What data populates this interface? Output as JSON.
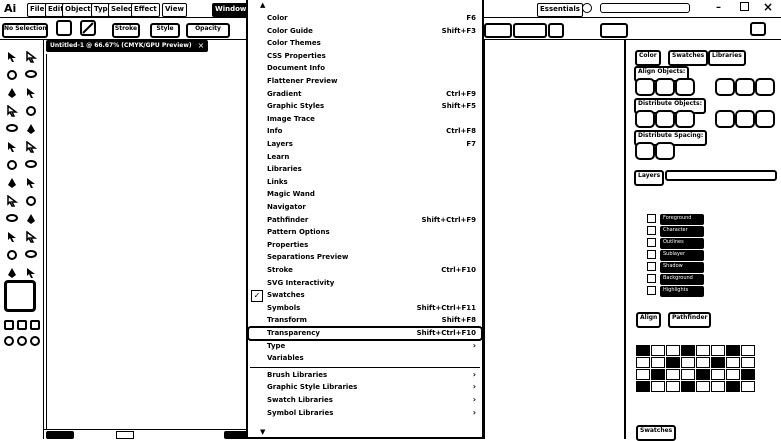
{
  "app": {
    "logo": "Ai"
  },
  "menubar": {
    "items": [
      "File",
      "Edit",
      "Object",
      "Type",
      "Select",
      "Effect",
      "View",
      "Window"
    ],
    "active": "Window",
    "right_label": "Essentials"
  },
  "controlbar": {
    "left_label": "No Selection",
    "stroke_label": "Stroke",
    "style_label": "Style",
    "opacity_label": "Opacity"
  },
  "document": {
    "tab_title": "Untitled-1 @ 66.67% (CMYK/GPU Preview)",
    "close_glyph": "×"
  },
  "window_menu": {
    "top_arrow": "▲",
    "bottom_arrow": "▼",
    "items": [
      {
        "label": "Color",
        "shortcut": "F6"
      },
      {
        "label": "Color Guide",
        "shortcut": "Shift+F3"
      },
      {
        "label": "Color Themes",
        "shortcut": ""
      },
      {
        "label": "CSS Properties",
        "shortcut": ""
      },
      {
        "label": "Document Info",
        "shortcut": ""
      },
      {
        "label": "Flattener Preview",
        "shortcut": ""
      },
      {
        "label": "Gradient",
        "shortcut": "Ctrl+F9"
      },
      {
        "label": "Graphic Styles",
        "shortcut": "Shift+F5"
      },
      {
        "label": "Image Trace",
        "shortcut": ""
      },
      {
        "label": "Info",
        "shortcut": "Ctrl+F8"
      },
      {
        "label": "Layers",
        "shortcut": "F7"
      },
      {
        "label": "Learn",
        "shortcut": ""
      },
      {
        "label": "Libraries",
        "shortcut": ""
      },
      {
        "label": "Links",
        "shortcut": ""
      },
      {
        "label": "Magic Wand",
        "shortcut": ""
      },
      {
        "label": "Navigator",
        "shortcut": ""
      },
      {
        "label": "Pathfinder",
        "shortcut": "Shift+Ctrl+F9"
      },
      {
        "label": "Pattern Options",
        "shortcut": ""
      },
      {
        "label": "Properties",
        "shortcut": ""
      },
      {
        "label": "Separations Preview",
        "shortcut": ""
      },
      {
        "label": "Stroke",
        "shortcut": "Ctrl+F10"
      },
      {
        "label": "SVG Interactivity",
        "shortcut": ""
      },
      {
        "label": "Swatches",
        "shortcut": "",
        "checked": true
      },
      {
        "label": "Symbols",
        "shortcut": "Shift+Ctrl+F11"
      },
      {
        "label": "Transform",
        "shortcut": "Shift+F8"
      },
      {
        "label": "Transparency",
        "shortcut": "Shift+Ctrl+F10",
        "highlighted": true
      },
      {
        "label": "Type",
        "shortcut": "",
        "submenu": true
      },
      {
        "label": "Variables",
        "shortcut": ""
      }
    ],
    "library_items": [
      {
        "label": "Brush Libraries"
      },
      {
        "label": "Graphic Style Libraries"
      },
      {
        "label": "Swatch Libraries"
      },
      {
        "label": "Symbol Libraries"
      }
    ],
    "check_glyph": "✓",
    "submenu_glyph": "›"
  },
  "panels": {
    "tabs": [
      "Color",
      "Swatches",
      "Libraries"
    ],
    "section_labels": [
      "Align Objects:",
      "Distribute Objects:",
      "Distribute Spacing:"
    ],
    "layers_tab": "Layers",
    "layer_names": [
      "Foreground",
      "Character",
      "Outlines",
      "Sublayer",
      "Shadow",
      "Background",
      "Highlights"
    ],
    "bottom_tabs": [
      "Align",
      "Pathfinder"
    ],
    "swatch_tab": "Swatches"
  },
  "colors": {
    "ink": "#000000",
    "paper": "#ffffff"
  }
}
